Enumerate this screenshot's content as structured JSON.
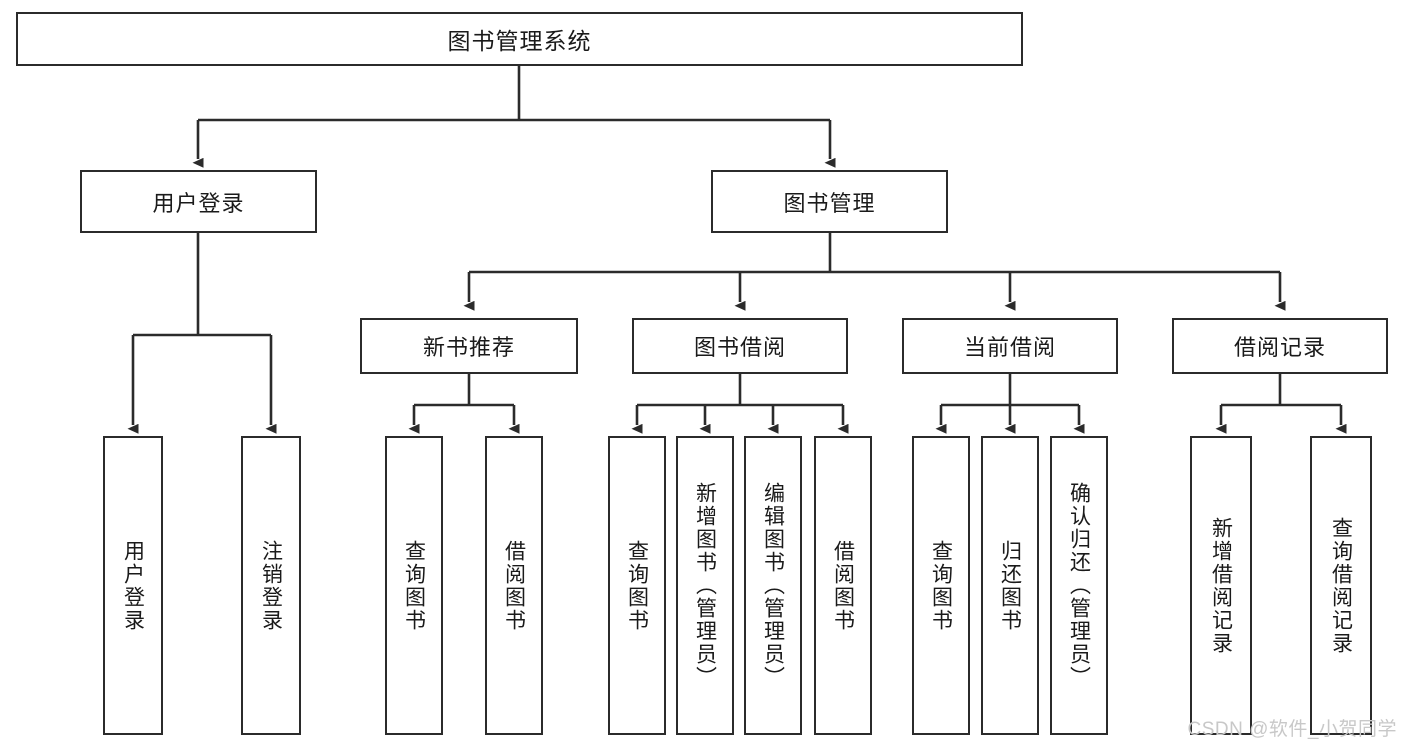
{
  "diagram": {
    "title": "图书管理系统",
    "type": "hierarchy-tree",
    "orientation": "top-down",
    "style": {
      "box_border_color": "#2b2b2b",
      "box_fill_color": "#ffffff",
      "connector_color": "#2b2b2b",
      "text_color": "#1a1a1a",
      "background": "#ffffff",
      "watermark_color": "#c8c8c8"
    }
  },
  "watermark": {
    "text": "CSDN @软件_小贺同学"
  },
  "levels": {
    "root": {
      "label": "图书管理系统"
    },
    "level2": [
      {
        "label": "用户登录"
      },
      {
        "label": "图书管理"
      }
    ],
    "level3": [
      {
        "label": "新书推荐"
      },
      {
        "label": "图书借阅"
      },
      {
        "label": "当前借阅"
      },
      {
        "label": "借阅记录"
      }
    ]
  },
  "leaves": {
    "user_login": [
      {
        "label": "用户登录"
      },
      {
        "label": "注销登录"
      }
    ],
    "new_book_recommend": [
      {
        "label": "查询图书"
      },
      {
        "label": "借阅图书"
      }
    ],
    "book_borrow": [
      {
        "label": "查询图书"
      },
      {
        "label": "新增图书（管理员）"
      },
      {
        "label": "编辑图书（管理员）"
      },
      {
        "label": "借阅图书"
      }
    ],
    "current_borrow": [
      {
        "label": "查询图书"
      },
      {
        "label": "归还图书"
      },
      {
        "label": "确认归还（管理员）"
      }
    ],
    "borrow_record": [
      {
        "label": "新增借阅记录"
      },
      {
        "label": "查询借阅记录"
      }
    ]
  }
}
